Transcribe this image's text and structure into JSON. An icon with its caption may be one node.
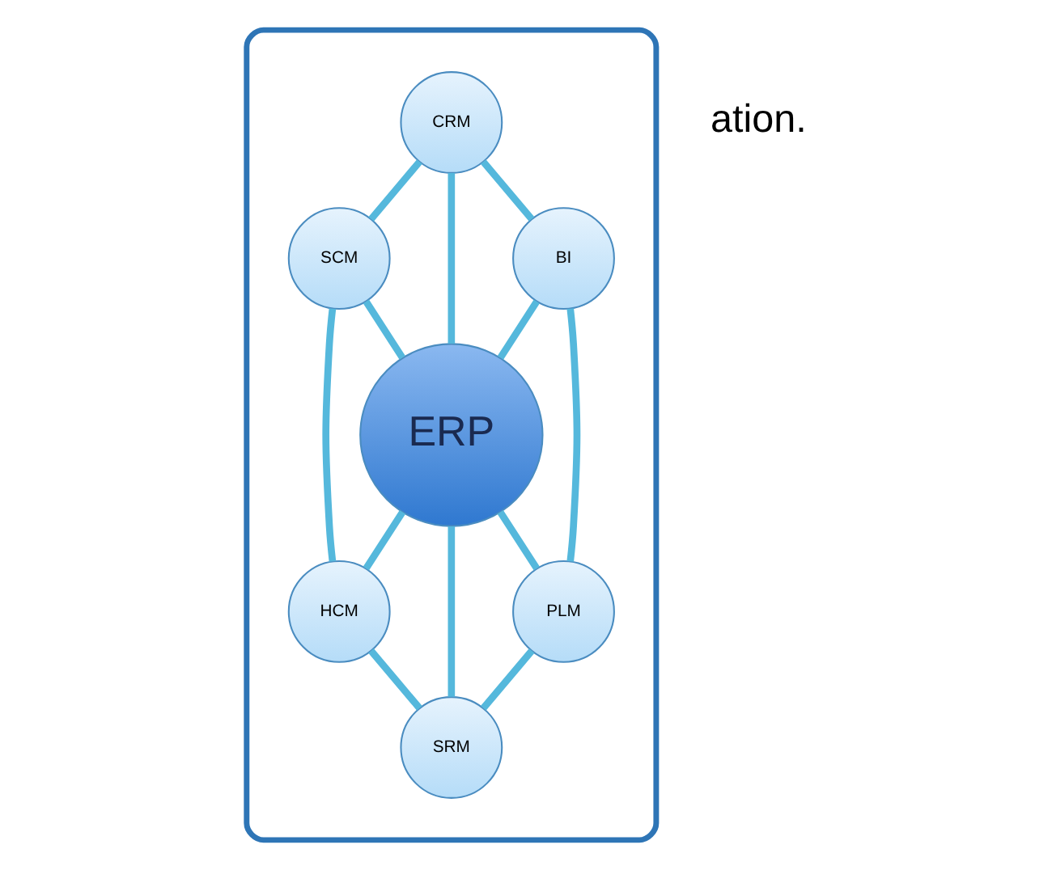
{
  "diagram": {
    "nodes": [
      {
        "text": [],
        "shape": "ellipse"
      },
      {
        "text": [
          "CRM"
        ],
        "in": 0
      },
      {
        "text": [
          "SCM"
        ],
        "in": 0
      },
      {
        "text": [
          "BI"
        ],
        "in": 0
      },
      {
        "text": [
          "ERP"
        ],
        "in": 0
      },
      {
        "text": [
          "HCM"
        ],
        "in": 0
      },
      {
        "text": [
          "PLM"
        ],
        "in": 0
      },
      {
        "text": [
          "SRM"
        ],
        "in": 0
      }
    ],
    "edges": [
      {
        "from": 4,
        "to": 1,
        "arrow": "none"
      },
      {
        "from": 4,
        "to": 2,
        "arrow": "none"
      },
      {
        "from": 4,
        "to": 3,
        "arrow": "none"
      },
      {
        "from": 4,
        "to": 5,
        "arrow": "none"
      },
      {
        "from": 4,
        "to": 6,
        "arrow": "none"
      },
      {
        "from": 4,
        "to": 7,
        "arrow": "none"
      },
      {
        "from": 1,
        "to": 3,
        "arrow": "none"
      },
      {
        "from": 3,
        "to": 6,
        "arrow": "none"
      },
      {
        "from": 6,
        "to": 7,
        "arrow": "none"
      },
      {
        "from": 7,
        "to": 5,
        "arrow": "none"
      },
      {
        "from": 5,
        "to": 2,
        "arrow": "none"
      },
      {
        "from": 2,
        "to": 1,
        "arrow": "none"
      }
    ],
    "labels": [
      "ation."
    ]
  }
}
